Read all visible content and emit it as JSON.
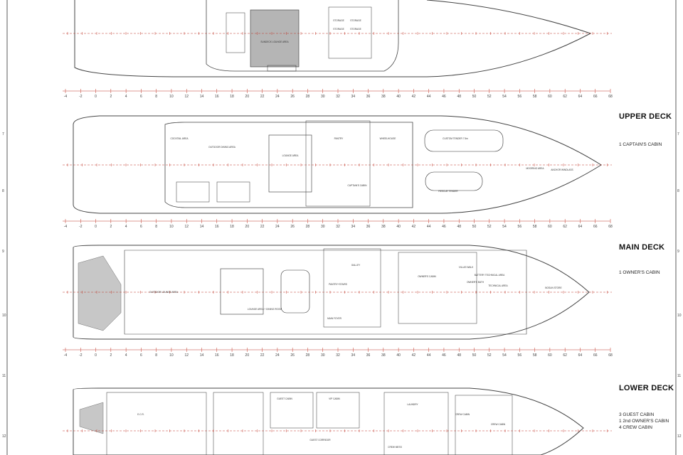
{
  "decks": [
    {
      "id": "sun",
      "title": "",
      "notes": [],
      "areas": [
        "SUNDECK LOUNGE AREA",
        "STORAGE",
        "STORAGE",
        "STORAGE",
        "STORAGE"
      ]
    },
    {
      "id": "upper",
      "title": "UPPER DECK",
      "notes": [
        "1 CAPTAIN'S CABIN"
      ],
      "areas": [
        "COCKTAIL AREA",
        "OUTDOOR DINING AREA",
        "LOUNGE AREA",
        "PANTRY",
        "WHEELHOUSE",
        "CAPTAIN'S CABIN",
        "CUSTOM TENDER 7.5m",
        "RESCUE TENDER",
        "MOORING AREA",
        "ANCHOR WINDLASS"
      ]
    },
    {
      "id": "main",
      "title": "MAIN DECK",
      "notes": [
        "1 OWNER'S CABIN"
      ],
      "areas": [
        "OUTDOOR LOUNGE AREA",
        "LOUNGE AREA + DINING ROOM",
        "MAIN FOYER",
        "GALLEY",
        "PANTRY+STAIRS",
        "OWNER'S CABIN",
        "OWNER'S BATH",
        "VILLAS WALK",
        "TECHNICAL AREA",
        "BATTERY TECHNICAL AREA",
        "BOSUN STORE"
      ]
    },
    {
      "id": "lower",
      "title": "LOWER DECK",
      "notes": [
        "3 GUEST CABIN",
        "1 2nd OWNER'S CABIN",
        "4 CREW CABIN"
      ],
      "areas": [
        "E.C.R.",
        "GUEST CABIN",
        "VIP CABIN",
        "LAUNDRY",
        "CREW CABIN",
        "CREW CABIN",
        "CREW MESS",
        "GUEST CORRIDOR"
      ]
    }
  ],
  "frame_numbers": [
    "-4",
    "-2",
    "0",
    "2",
    "4",
    "6",
    "8",
    "10",
    "12",
    "14",
    "16",
    "18",
    "20",
    "22",
    "24",
    "26",
    "28",
    "30",
    "32",
    "34",
    "36",
    "38",
    "40",
    "42",
    "44",
    "46",
    "48",
    "50",
    "52",
    "54",
    "56",
    "58",
    "60",
    "62",
    "64",
    "66",
    "68"
  ],
  "margin_numbers_left": [
    "7",
    "8",
    "9",
    "10",
    "11",
    "12"
  ],
  "margin_numbers_right": [
    "7",
    "8",
    "9",
    "10",
    "11",
    "12"
  ],
  "colors": {
    "line": "#333333",
    "axis": "#c0392b",
    "shade": "#b5b5b5",
    "hull": "#444444"
  }
}
